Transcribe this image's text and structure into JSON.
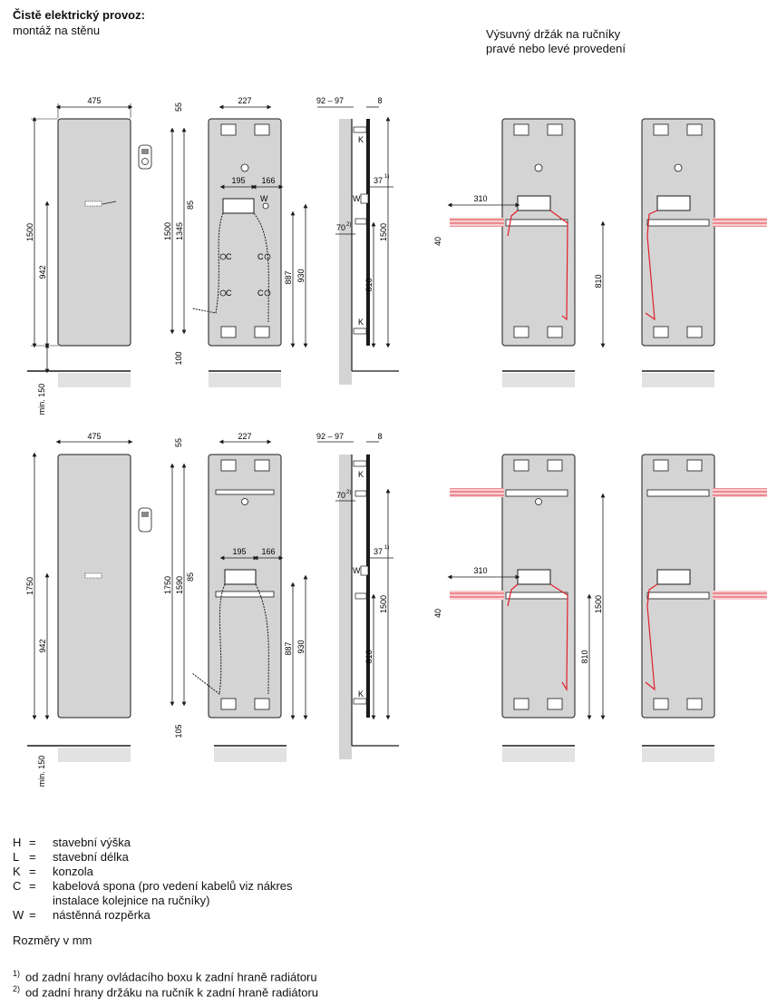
{
  "header": {
    "title": "Čistě elektrický provoz:",
    "subtitle": "montáž na stěnu",
    "right_line1": "Výsuvný držák na ručníky",
    "right_line2": "pravé nebo levé provedení"
  },
  "dims": {
    "w475": "475",
    "h1500": "1500",
    "h942": "942",
    "min150": "min. 150",
    "w227": "227",
    "d55": "55",
    "d100": "100",
    "h1345": "1345",
    "w195": "195",
    "w166": "166",
    "d85": "85",
    "d887": "887",
    "d930": "930",
    "d92_97": "92 – 97",
    "d8": "8",
    "d37": "37",
    "d70": "70",
    "d810": "810",
    "d310": "310",
    "d40": "40",
    "h1750": "1750",
    "h1590": "1590",
    "d105": "105",
    "sup1": "1)",
    "sup2": "2)",
    "labelK": "K",
    "labelC": "C",
    "labelW": "W"
  },
  "legend": [
    {
      "key": "H",
      "eq": "=",
      "text": "stavební výška"
    },
    {
      "key": "L",
      "eq": "=",
      "text": "stavební délka"
    },
    {
      "key": "K",
      "eq": "=",
      "text": "konzola"
    },
    {
      "key": "C",
      "eq": "=",
      "text": "kabelová spona (pro vedení kabelů viz nákres"
    },
    {
      "key": "",
      "eq": "",
      "text": "instalace kolejnice na ručníky)"
    },
    {
      "key": "W",
      "eq": "=",
      "text": "nástěnná rozpěrka"
    }
  ],
  "units_note": "Rozměry v mm",
  "footnotes": [
    {
      "mark": "1)",
      "text": "od zadní hrany ovládacího boxu k zadní hraně radiátoru"
    },
    {
      "mark": "2)",
      "text": "od zadní hrany držáku na ručník k zadní hraně radiátoru"
    }
  ],
  "colors": {
    "panel": "#d4d4d4",
    "line": "#1a1a1a",
    "red": "#e0202c",
    "pink": "#f2b6bb"
  }
}
